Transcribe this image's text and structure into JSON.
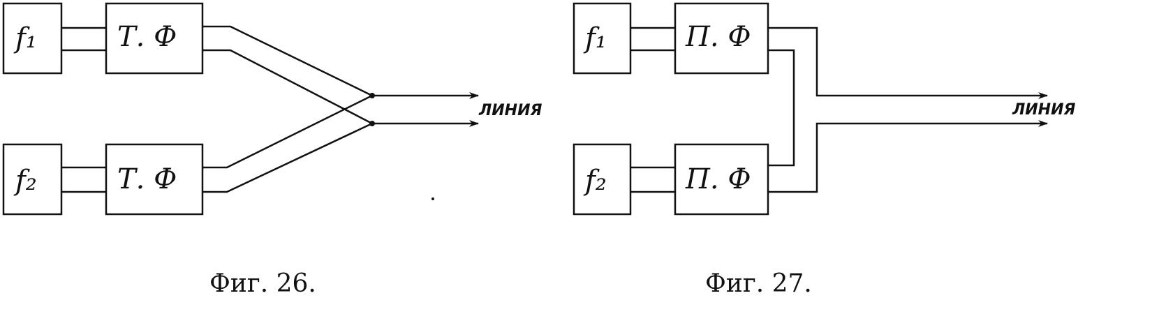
{
  "fig26": {
    "source1": "f₁",
    "source2": "f₂",
    "filter1": "Т. Ф",
    "filter2": "Т. Ф",
    "output": "ЛИНИЯ",
    "caption": "Фиг. 26."
  },
  "fig27": {
    "source1": "f₁",
    "source2": "f₂",
    "filter1": "П. Ф",
    "filter2": "П. Ф",
    "output": "ЛИНИЯ",
    "caption": "Фиг. 27."
  }
}
